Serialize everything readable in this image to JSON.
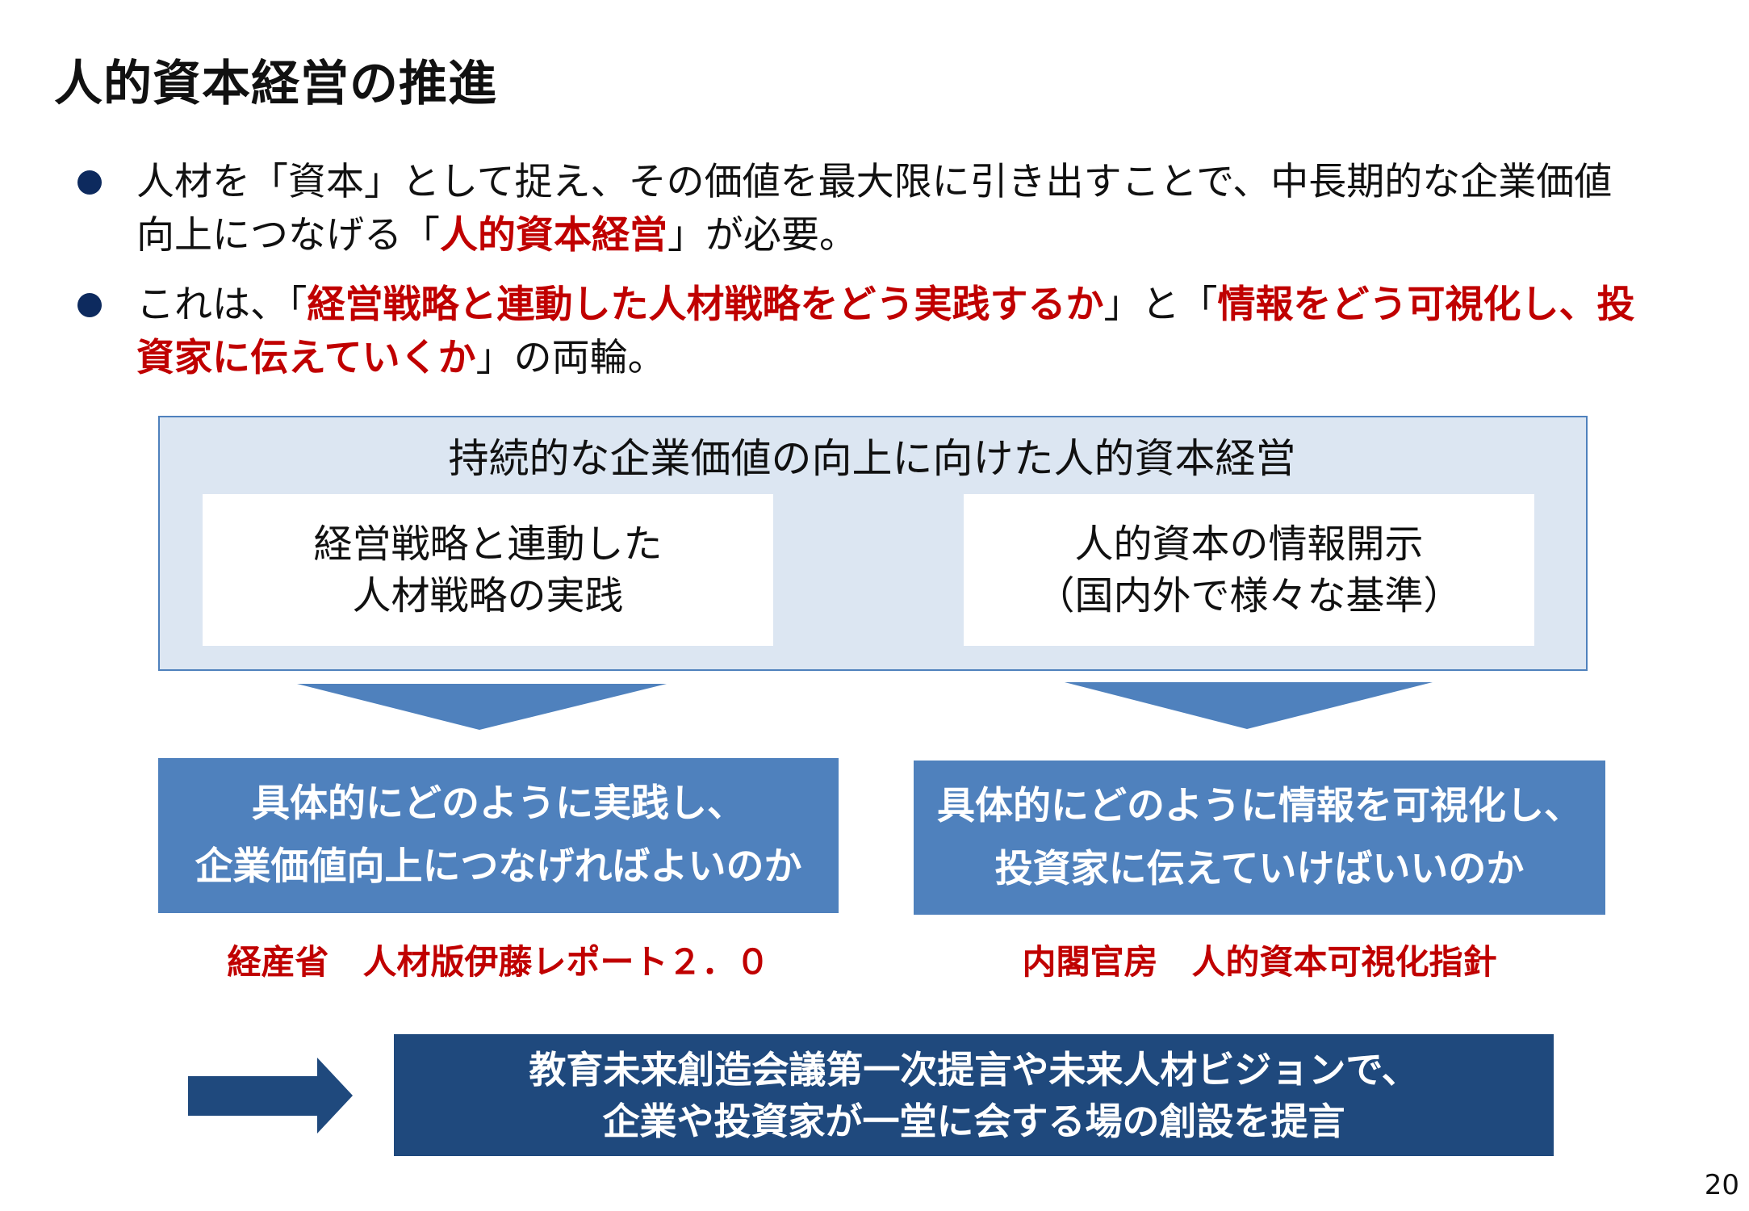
{
  "title": "人的資本経営の推進",
  "bullets": [
    {
      "line1": "人材を「資本」として捉え、その価値を最大限に引き出すことで、中長期的な企業価値",
      "line2_pre": "向上につなげる「",
      "line2_red": "人的資本経営",
      "line2_post": "」が必要。"
    },
    {
      "pre": "これは、「",
      "red1": "経営戦略と連動した人材戦略をどう実践するか",
      "mid": "」と「",
      "red2a": "情報をどう可視化し、投",
      "red2b": "資家に伝えていくか",
      "post": "」の両輪。"
    }
  ],
  "panel": {
    "title": "持続的な企業価値の向上に向けた人的資本経営",
    "left": [
      "経営戦略と連動した",
      "人材戦略の実践"
    ],
    "right": [
      "人的資本の情報開示",
      "（国内外で様々な基準）"
    ]
  },
  "questions": {
    "left": [
      "具体的にどのように実践し、",
      "企業価値向上につなげればよいのか"
    ],
    "right": [
      "具体的にどのように情報を可視化し、",
      "投資家に伝えていけばいいのか"
    ]
  },
  "sources": {
    "left": "経産省　人材版伊藤レポート２．０",
    "right": "内閣官房　人的資本可視化指針"
  },
  "conclusion": [
    "教育未来創造会議第一次提言や未来人材ビジョンで、",
    "企業や投資家が一堂に会する場の創設を提言"
  ],
  "page_number": "20",
  "colors": {
    "accent_red": "#c00000",
    "mid_blue": "#4f81bd",
    "dark_blue": "#1f497d",
    "panel_bg": "#dce6f2"
  }
}
